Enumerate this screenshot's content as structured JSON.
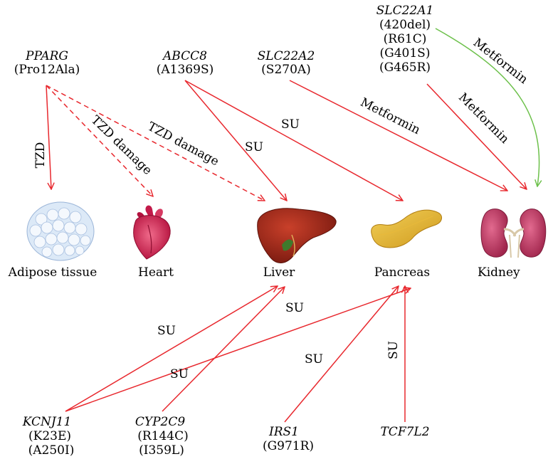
{
  "colors": {
    "arrow_red": "#e8282e",
    "arrow_green": "#6cc04a",
    "text": "#231f20"
  },
  "genes": {
    "pparg": {
      "name": "PPARG",
      "variants": [
        "(Pro12Ala)"
      ]
    },
    "abcc8": {
      "name": "ABCC8",
      "variants": [
        "(A1369S)"
      ]
    },
    "slc22a2": {
      "name": "SLC22A2",
      "variants": [
        "(S270A)"
      ]
    },
    "slc22a1": {
      "name": "SLC22A1",
      "variants": [
        "(420del)",
        "(R61C)",
        "(G401S)",
        "(G465R)"
      ]
    },
    "kcnj11": {
      "name": "KCNJ11",
      "variants": [
        "(K23E)",
        "(A250I)"
      ]
    },
    "cyp2c9": {
      "name": "CYP2C9",
      "variants": [
        "(R144C)",
        "(I359L)"
      ]
    },
    "irs1": {
      "name": "IRS1",
      "variants": [
        "(G971R)"
      ]
    },
    "tcf7l2": {
      "name": "TCF7L2",
      "variants": []
    }
  },
  "organs": {
    "adipose": {
      "label": "Adipose tissue",
      "icon": "adipose-tissue-icon"
    },
    "heart": {
      "label": "Heart",
      "icon": "heart-icon"
    },
    "liver": {
      "label": "Liver",
      "icon": "liver-icon"
    },
    "pancreas": {
      "label": "Pancreas",
      "icon": "pancreas-icon"
    },
    "kidney": {
      "label": "Kidney",
      "icon": "kidney-icon"
    }
  },
  "edge_labels": {
    "tzd": "TZD",
    "tzd_damage": "TZD damage",
    "su": "SU",
    "metformin": "Metformin"
  }
}
